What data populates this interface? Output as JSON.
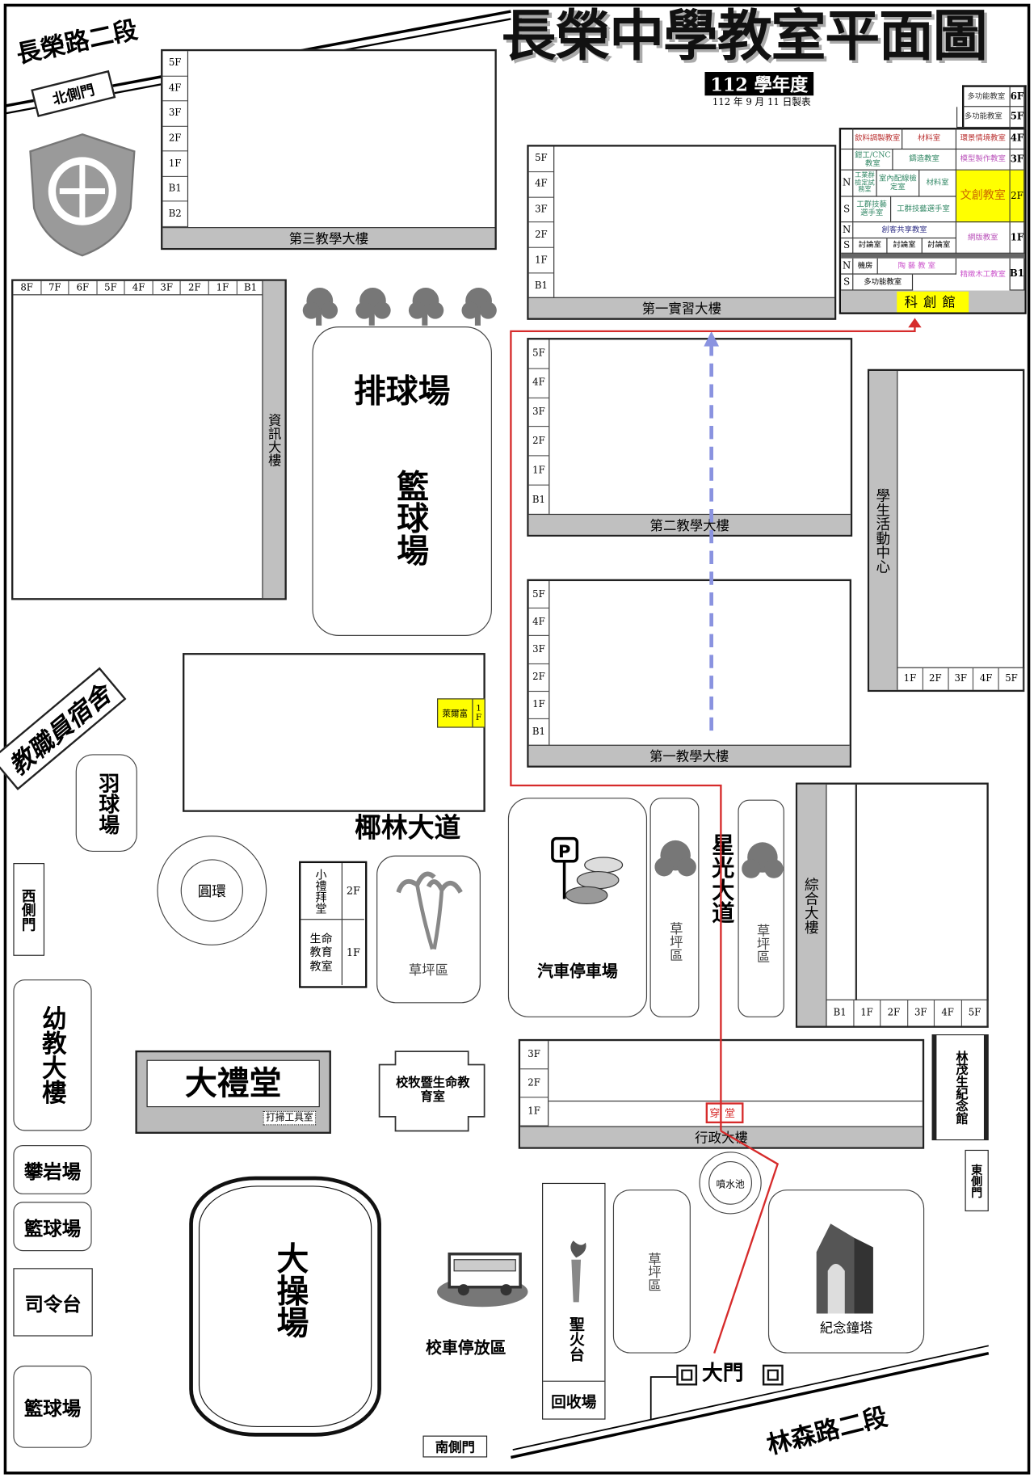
{
  "title": "長榮中學教室平面圖",
  "year_badge": "112 學年度",
  "made_date": "112 年 9 月 11 日製表",
  "roads": {
    "north": "長榮路二段",
    "south": "林森路二段"
  },
  "gates": {
    "north": "北側門",
    "west": "西側門",
    "east": "東側門",
    "south": "南側門",
    "main": "大門"
  },
  "buildings": {
    "third_teaching": {
      "name": "第三教學大樓",
      "floors": [
        "5F",
        "4F",
        "3F",
        "2F",
        "1F",
        "B1",
        "B2"
      ]
    },
    "practice1": {
      "name": "第一實習大樓",
      "floors": [
        "5F",
        "4F",
        "3F",
        "2F",
        "1F",
        "B1"
      ]
    },
    "info": {
      "name": "資訊大樓",
      "floors": [
        "8F",
        "7F",
        "6F",
        "5F",
        "4F",
        "3F",
        "2F",
        "1F",
        "B1"
      ]
    },
    "teaching2": {
      "name": "第二教學大樓",
      "floors": [
        "5F",
        "4F",
        "3F",
        "2F",
        "1F",
        "B1"
      ]
    },
    "teaching1": {
      "name": "第一教學大樓",
      "floors": [
        "5F",
        "4F",
        "3F",
        "2F",
        "1F",
        "B1"
      ]
    },
    "student_center": {
      "name": "學生活動中心",
      "floors": [
        "1F",
        "2F",
        "3F",
        "4F",
        "5F"
      ]
    },
    "general": {
      "name": "綜合大樓",
      "floors": [
        "B1",
        "1F",
        "2F",
        "3F",
        "4F",
        "5F"
      ]
    },
    "admin": {
      "name": "行政大樓",
      "floors": [
        "3F",
        "2F",
        "1F"
      ],
      "hall": "穿堂"
    },
    "hilife": {
      "name": "萊爾富",
      "floor": "1F"
    },
    "chapel": {
      "upper": "小禮拜堂",
      "upper_floor": "2F",
      "lower": "生命教育教室",
      "lower_floor": "1F"
    },
    "auditorium": {
      "name": "大禮堂",
      "closet": "打掃工具室"
    },
    "chaplain": {
      "name": "校牧暨生命教育室"
    },
    "memorial_hall": {
      "name": "林茂生紀念館"
    },
    "dorm": {
      "name": "教職員宿舍"
    },
    "kindergarten": {
      "name": "幼教大樓"
    },
    "innovation": {
      "name": "科創館",
      "f6": {
        "floor": "6F",
        "rooms": [
          "多功能教室"
        ]
      },
      "f5": {
        "floor": "5F",
        "rooms": [
          "多功能教室"
        ]
      },
      "f4": {
        "floor": "4F",
        "rooms": [
          "飲料調製教室",
          "材料室",
          "環景情境教室"
        ]
      },
      "f3": {
        "floor": "3F",
        "rooms": [
          "鉗工/CNC 教室",
          "鑄造教室",
          "模型製作教室"
        ]
      },
      "f2": {
        "floor": "2F",
        "north": [
          "工業群檢定試務室",
          "室內配線檢定室",
          "材料室"
        ],
        "south": [
          "工群技藝選手室",
          "工群技藝選手室"
        ],
        "big": "文創教室"
      },
      "f1": {
        "floor": "1F",
        "north": [
          "創客共享教室"
        ],
        "south": [
          "討論室",
          "討論室",
          "討論室"
        ],
        "big": "網版教室"
      },
      "b1": {
        "floor": "B1",
        "north": [
          "機房",
          "陶 藝 教 室"
        ],
        "south": [
          "多功能教室"
        ],
        "big": "精緻木工教室"
      },
      "n": "N",
      "s": "S"
    }
  },
  "venues": {
    "volleyball": "排球場",
    "basketball_main": "籃球場",
    "badminton": "羽球場",
    "roundabout": "圓環",
    "lawn": "草坪區",
    "parking": "汽車停車場",
    "starlight": "星光大道",
    "palm_avenue": "椰林大道",
    "climbing": "攀岩場",
    "basketball_1": "籃球場",
    "podium": "司令台",
    "basketball_2": "籃球場",
    "field": "大操場",
    "fountain": "噴水池",
    "bus": "校車停放區",
    "torch": "聖火台",
    "recycling": "回收場",
    "clock_tower": "紀念鐘塔"
  },
  "colors": {
    "route": "#d62b2b",
    "arrow": "#8a93e0",
    "highlight": "#ffff00",
    "bar": "#c0c0c0"
  }
}
